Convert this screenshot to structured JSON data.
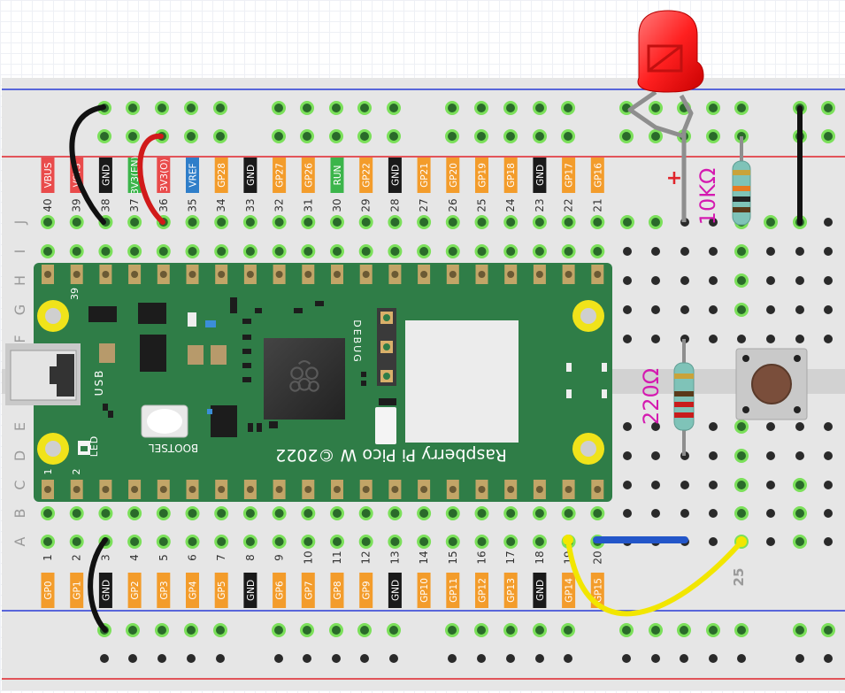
{
  "board": {
    "name": "Raspberry Pi Pico W ©2022",
    "usb_label": "USB",
    "led_label": "LED",
    "bootsel_label": "BOOTSEL",
    "debug_label": "DEBUG",
    "pin_39_marker": "39",
    "pin_1_marker": "1",
    "pin_2_marker": "2"
  },
  "breadboard": {
    "row_letters": [
      "J",
      "I",
      "H",
      "G",
      "F",
      "E",
      "D",
      "C",
      "B",
      "A"
    ],
    "column_marker": "25"
  },
  "top_pins": [
    {
      "num": "40",
      "label": "VBUS",
      "color": "#e94b4b"
    },
    {
      "num": "39",
      "label": "VSYS",
      "color": "#e94b4b"
    },
    {
      "num": "38",
      "label": "GND",
      "color": "#1a1a1a"
    },
    {
      "num": "37",
      "label": "3V3(EN)",
      "color": "#3bb54a"
    },
    {
      "num": "36",
      "label": "3V3(O)",
      "color": "#e94b4b"
    },
    {
      "num": "35",
      "label": "VREF",
      "color": "#2f7ec9"
    },
    {
      "num": "34",
      "label": "GP28",
      "color": "#f39c2b"
    },
    {
      "num": "33",
      "label": "GND",
      "color": "#1a1a1a"
    },
    {
      "num": "32",
      "label": "GP27",
      "color": "#f39c2b"
    },
    {
      "num": "31",
      "label": "GP26",
      "color": "#f39c2b"
    },
    {
      "num": "30",
      "label": "RUN",
      "color": "#3bb54a"
    },
    {
      "num": "29",
      "label": "GP22",
      "color": "#f39c2b"
    },
    {
      "num": "28",
      "label": "GND",
      "color": "#1a1a1a"
    },
    {
      "num": "27",
      "label": "GP21",
      "color": "#f39c2b"
    },
    {
      "num": "26",
      "label": "GP20",
      "color": "#f39c2b"
    },
    {
      "num": "25",
      "label": "GP19",
      "color": "#f39c2b"
    },
    {
      "num": "24",
      "label": "GP18",
      "color": "#f39c2b"
    },
    {
      "num": "23",
      "label": "GND",
      "color": "#1a1a1a"
    },
    {
      "num": "22",
      "label": "GP17",
      "color": "#f39c2b"
    },
    {
      "num": "21",
      "label": "GP16",
      "color": "#f39c2b"
    }
  ],
  "bottom_pins": [
    {
      "num": "1",
      "label": "GP0",
      "color": "#f39c2b"
    },
    {
      "num": "2",
      "label": "GP1",
      "color": "#f39c2b"
    },
    {
      "num": "3",
      "label": "GND",
      "color": "#1a1a1a"
    },
    {
      "num": "4",
      "label": "GP2",
      "color": "#f39c2b"
    },
    {
      "num": "5",
      "label": "GP3",
      "color": "#f39c2b"
    },
    {
      "num": "6",
      "label": "GP4",
      "color": "#f39c2b"
    },
    {
      "num": "7",
      "label": "GP5",
      "color": "#f39c2b"
    },
    {
      "num": "8",
      "label": "GND",
      "color": "#1a1a1a"
    },
    {
      "num": "9",
      "label": "GP6",
      "color": "#f39c2b"
    },
    {
      "num": "10",
      "label": "GP7",
      "color": "#f39c2b"
    },
    {
      "num": "11",
      "label": "GP8",
      "color": "#f39c2b"
    },
    {
      "num": "12",
      "label": "GP9",
      "color": "#f39c2b"
    },
    {
      "num": "13",
      "label": "GND",
      "color": "#1a1a1a"
    },
    {
      "num": "14",
      "label": "GP10",
      "color": "#f39c2b"
    },
    {
      "num": "15",
      "label": "GP11",
      "color": "#f39c2b"
    },
    {
      "num": "16",
      "label": "GP12",
      "color": "#f39c2b"
    },
    {
      "num": "17",
      "label": "GP13",
      "color": "#f39c2b"
    },
    {
      "num": "18",
      "label": "GND",
      "color": "#1a1a1a"
    },
    {
      "num": "19",
      "label": "GP14",
      "color": "#f39c2b"
    },
    {
      "num": "20",
      "label": "GP15",
      "color": "#f39c2b"
    }
  ],
  "components": {
    "resistor_10k": "10KΩ",
    "resistor_220": "220Ω",
    "led_polarity": "+"
  },
  "colors": {
    "pcb": "#2f7d47",
    "rail_red": "#e0242b",
    "rail_blue": "#2a3bd6",
    "wire_black": "#111111",
    "wire_red": "#d11a1a",
    "wire_blue": "#2356c9",
    "wire_yellow": "#f2e600",
    "label_magenta": "#d41ab0"
  }
}
